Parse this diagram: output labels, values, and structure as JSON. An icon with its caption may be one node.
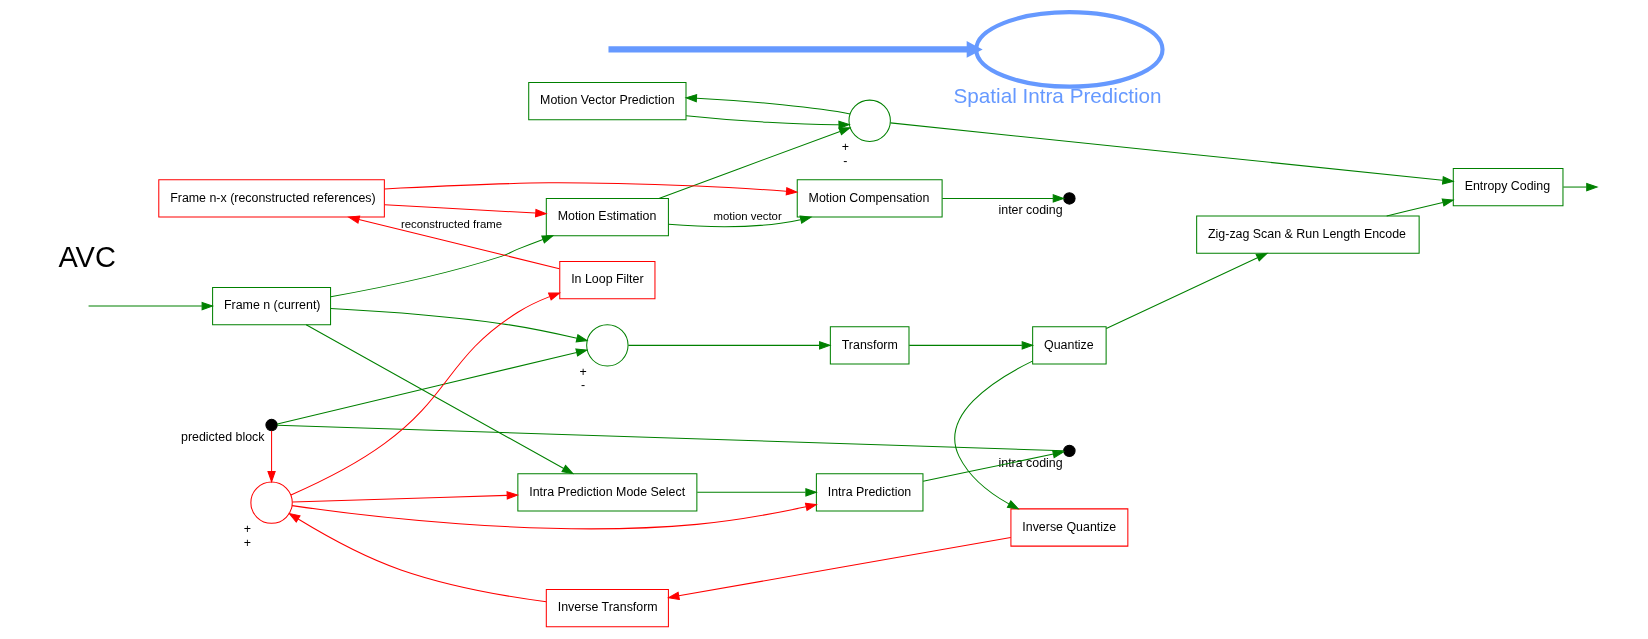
{
  "diagram": {
    "nodes": [
      {
        "text": [
          "Frame n (current)"
        ]
      },
      {
        "text": [
          "Motion Vector Prediction"
        ]
      },
      {
        "text": [],
        "shape": "circle",
        "beside": [
          "+",
          "-"
        ]
      },
      {
        "text": [],
        "shape": "circle",
        "beside": [
          "+",
          "-"
        ]
      },
      {
        "text": [
          "Transform"
        ]
      },
      {
        "text": [
          "Quantize"
        ]
      },
      {
        "text": [
          "Zig-zag Scan & Run Length Encode"
        ]
      },
      {
        "text": [
          "Entropy Coding"
        ]
      },
      {
        "text": [
          "Motion Estimation"
        ]
      },
      {
        "text": [
          "Motion Compensation"
        ]
      },
      {
        "text": [
          "Frame n-x (reconstructed references)"
        ]
      },
      {
        "text": [
          "Intra Prediction Mode Select"
        ]
      },
      {
        "text": [
          "Intra Prediction"
        ]
      },
      {
        "text": [],
        "shape": "circle",
        "beside": [
          "inter coding"
        ]
      },
      {
        "text": [],
        "shape": "circle",
        "beside": [
          "intra coding"
        ]
      },
      {
        "text": [],
        "shape": "circle",
        "beside": [
          "predicted block"
        ]
      },
      {
        "text": [
          "In Loop Filter"
        ]
      },
      {
        "text": [],
        "shape": "circle",
        "beside": [
          "+",
          "+"
        ]
      },
      {
        "text": [
          "Inverse Transform"
        ]
      },
      {
        "text": [
          "Inverse Quantize"
        ]
      },
      {
        "text": [],
        "shape": "ellipse",
        "beside": [
          "Spatial Intra Prediction"
        ]
      }
    ],
    "edges": [
      {
        "from": null,
        "to": 0,
        "arrow": "to"
      },
      {
        "from": 0,
        "to": 3,
        "arrow": "to"
      },
      {
        "from": 0,
        "to": 8,
        "arrow": "to"
      },
      {
        "from": 0,
        "to": 11,
        "arrow": "to"
      },
      {
        "from": 1,
        "to": 2,
        "arrow": "to"
      },
      {
        "from": 2,
        "to": 1,
        "arrow": "to"
      },
      {
        "from": 2,
        "to": 7,
        "arrow": "to"
      },
      {
        "from": 8,
        "to": 2,
        "arrow": "to"
      },
      {
        "from": 8,
        "to": 9,
        "arrow": "to",
        "label": "motion vector"
      },
      {
        "from": 9,
        "to": 13,
        "arrow": "to"
      },
      {
        "from": 11,
        "to": 12,
        "arrow": "to"
      },
      {
        "from": 12,
        "to": 14,
        "arrow": "to"
      },
      {
        "from": 15,
        "to": 14,
        "arrow": "none"
      },
      {
        "from": 15,
        "to": 3,
        "arrow": "to"
      },
      {
        "from": 3,
        "to": 4,
        "arrow": "to"
      },
      {
        "from": 4,
        "to": 5,
        "arrow": "to"
      },
      {
        "from": 5,
        "to": 6,
        "arrow": "to"
      },
      {
        "from": 6,
        "to": 7,
        "arrow": "to"
      },
      {
        "from": 7,
        "to": null,
        "arrow": "to"
      },
      {
        "from": 5,
        "to": 19,
        "arrow": "to"
      },
      {
        "from": 19,
        "to": 18,
        "arrow": "to",
        "color": "#ff0000"
      },
      {
        "from": 18,
        "to": 17,
        "arrow": "to",
        "color": "#ff0000"
      },
      {
        "from": 15,
        "to": 17,
        "arrow": "to",
        "color": "#ff0000"
      },
      {
        "from": 17,
        "to": 16,
        "arrow": "to",
        "color": "#ff0000"
      },
      {
        "from": 17,
        "to": 12,
        "arrow": "to",
        "color": "#ff0000"
      },
      {
        "from": 17,
        "to": 11,
        "arrow": "to",
        "color": "#ff0000"
      },
      {
        "from": 16,
        "to": 10,
        "arrow": "to",
        "color": "#ff0000",
        "label": "reconstructed frame"
      },
      {
        "from": 10,
        "to": 8,
        "arrow": "to",
        "color": "#ff0000"
      },
      {
        "from": 10,
        "to": 9,
        "arrow": "to",
        "color": "#ff0000"
      },
      {
        "from": null,
        "to": 20,
        "arrow": "to",
        "color": "#6699ff",
        "style": "thick"
      }
    ],
    "labels": [
      "AVC"
    ]
  }
}
